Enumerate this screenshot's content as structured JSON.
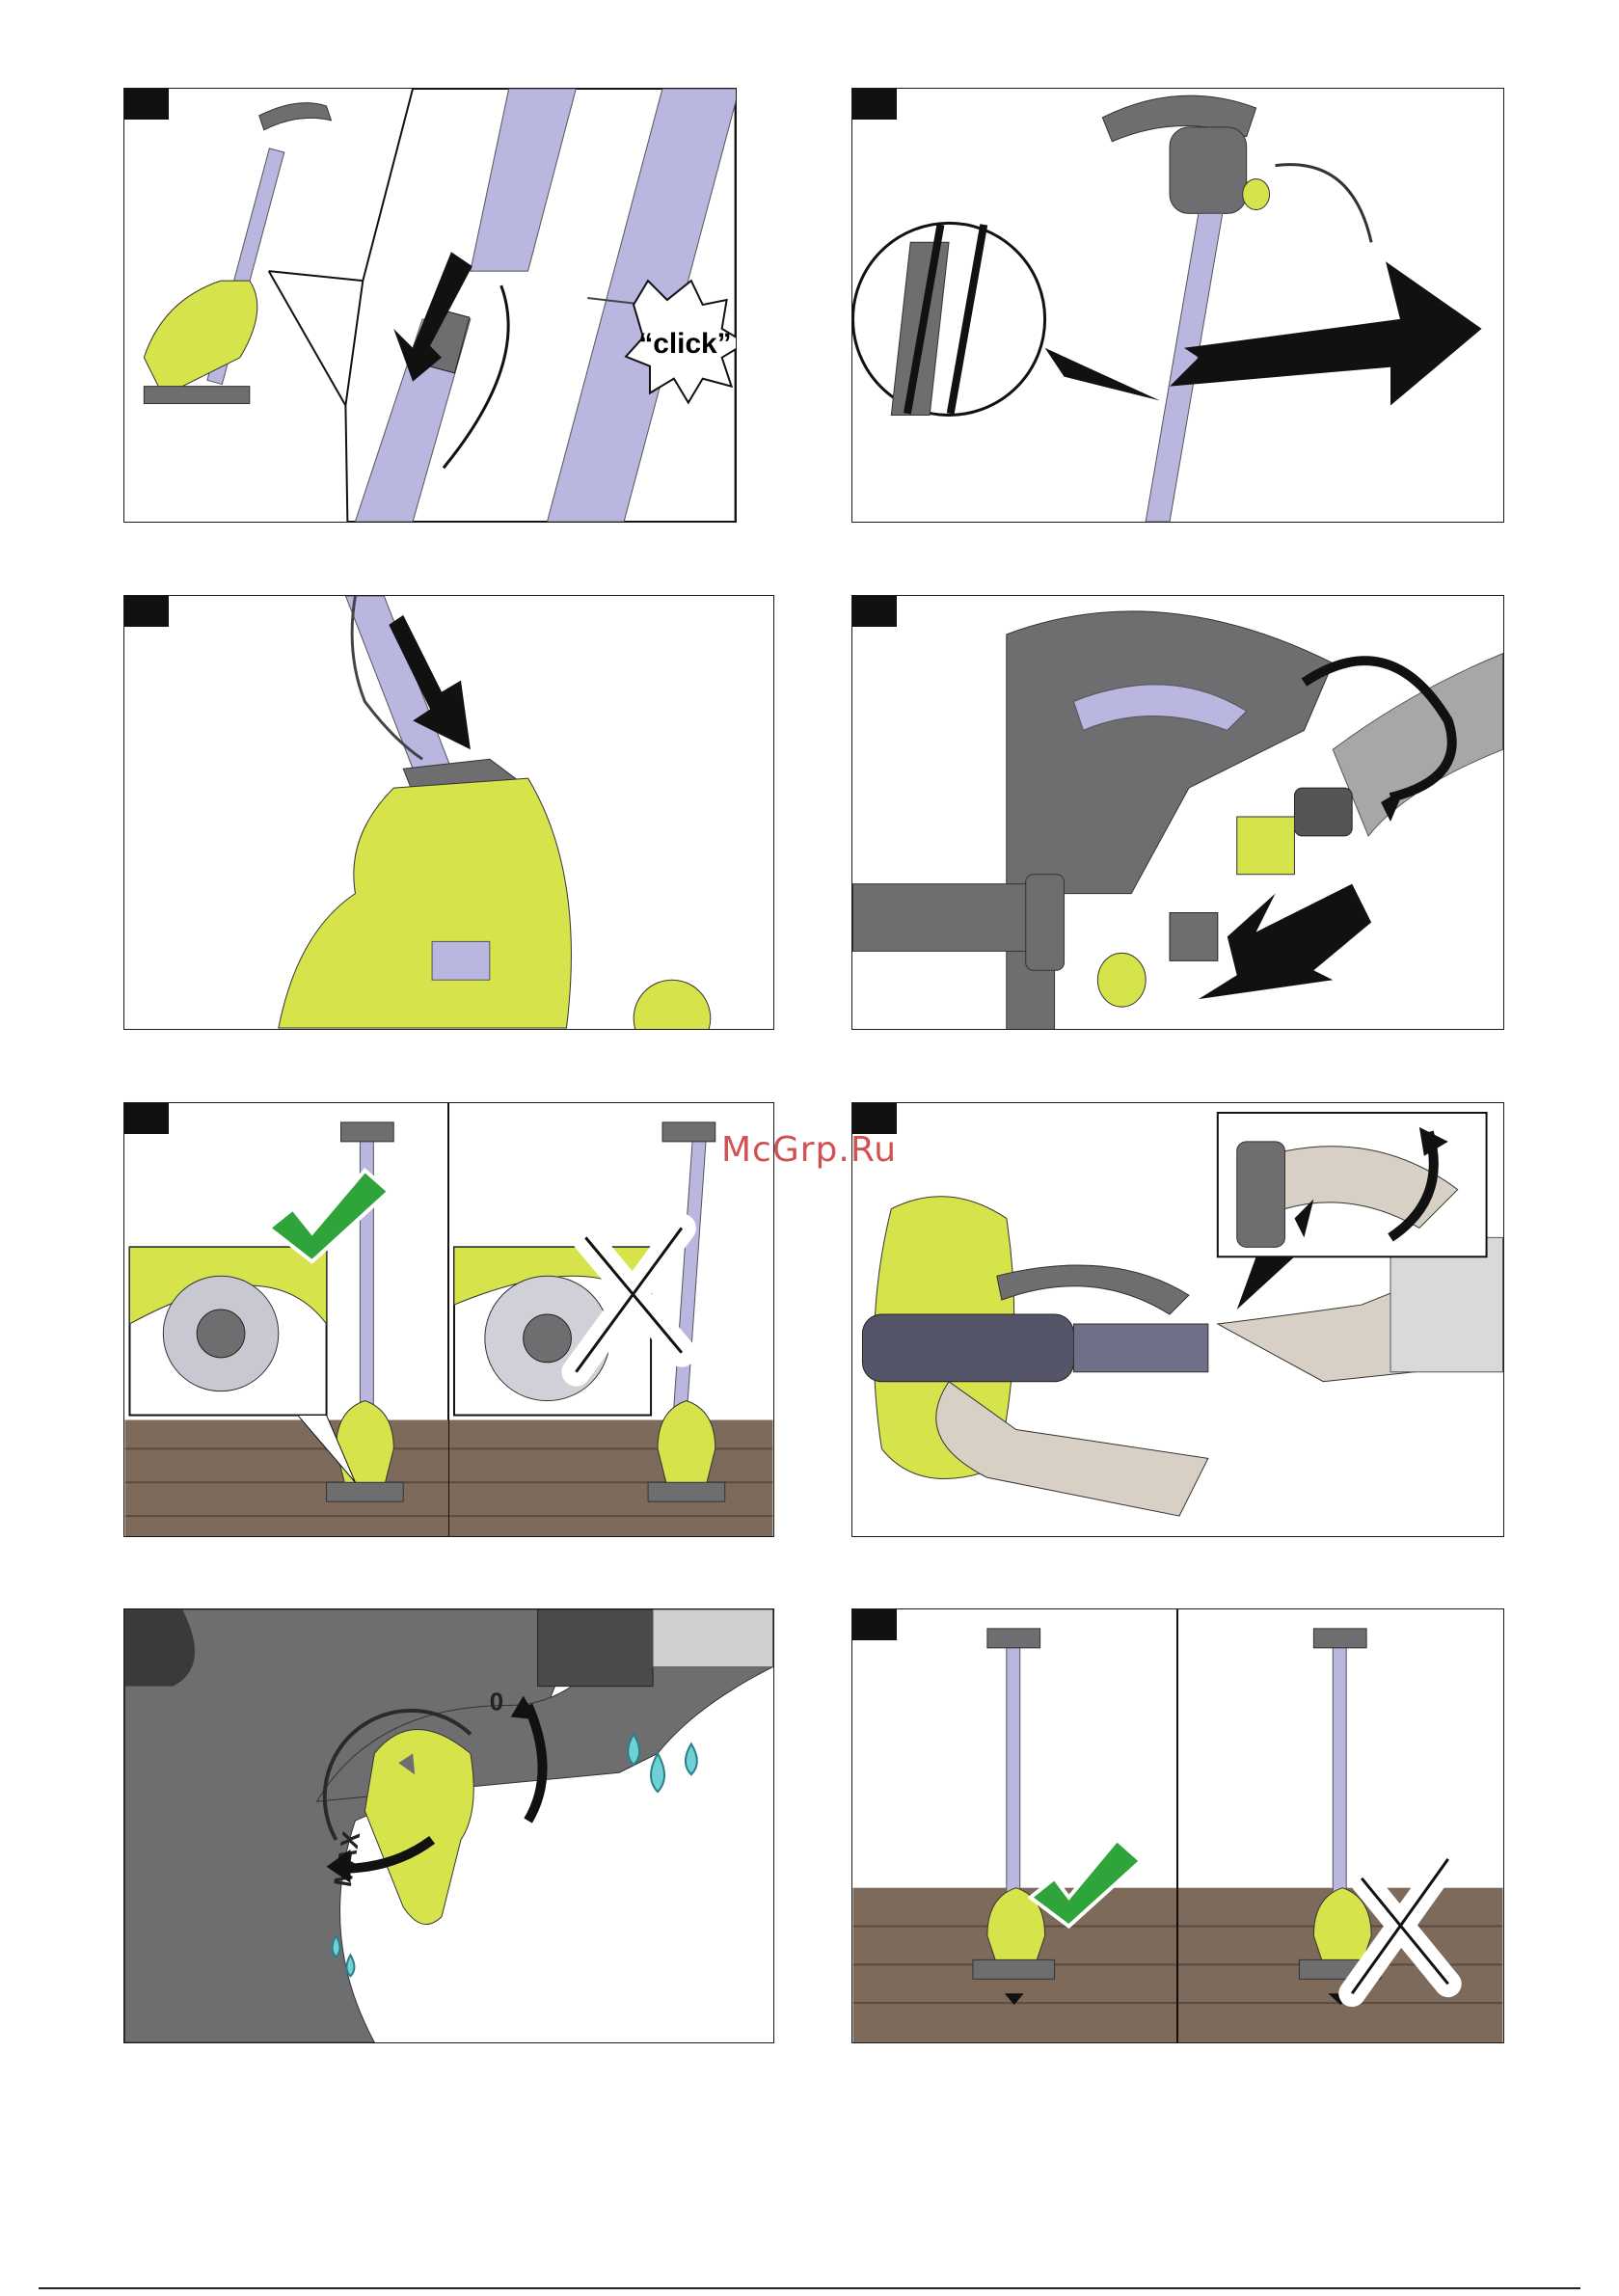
{
  "figures": {
    "f1": {
      "callout_text": "“click”"
    },
    "f7": {
      "dial_max": "MAX",
      "dial_zero": "0"
    }
  },
  "watermark": "McGrp.Ru",
  "colors": {
    "machine_yellow": "#d6e34a",
    "shaft_lavender": "#b9b6e0",
    "housing_grey": "#6e6e70",
    "deck_brown": "#7d6a5a",
    "check_green": "#2fa43a",
    "water_blue": "#6fd0d6"
  },
  "icons": [
    "check-mark-icon",
    "cross-mark-icon",
    "arrow-icon",
    "water-drop-icon",
    "rotate-arrow-icon"
  ]
}
